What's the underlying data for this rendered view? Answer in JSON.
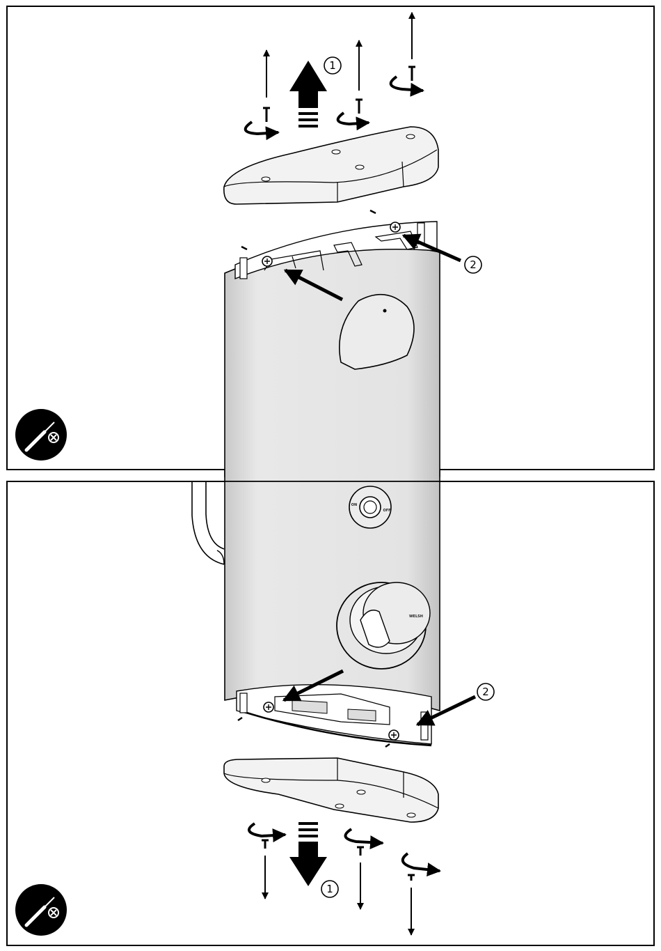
{
  "panels": [
    {
      "id": "top",
      "callouts": [
        {
          "label": "1",
          "meaning": "lift top cover"
        },
        {
          "label": "2",
          "meaning": "fixing screws"
        }
      ],
      "tool_icon": "screwdriver-not-required-icon"
    },
    {
      "id": "bottom",
      "callouts": [
        {
          "label": "1",
          "meaning": "pull bottom cover down"
        },
        {
          "label": "2",
          "meaning": "fixing screws"
        }
      ],
      "tool_icon": "screwdriver-not-required-icon"
    }
  ],
  "control": {
    "onoff_left": "ON",
    "onoff_right": "OFF",
    "brand_label": "WELSH"
  },
  "colors": {
    "stroke": "#000000",
    "panel_fill": "#e6e6e6",
    "panel_shade": "#cccccc",
    "background": "#ffffff"
  }
}
